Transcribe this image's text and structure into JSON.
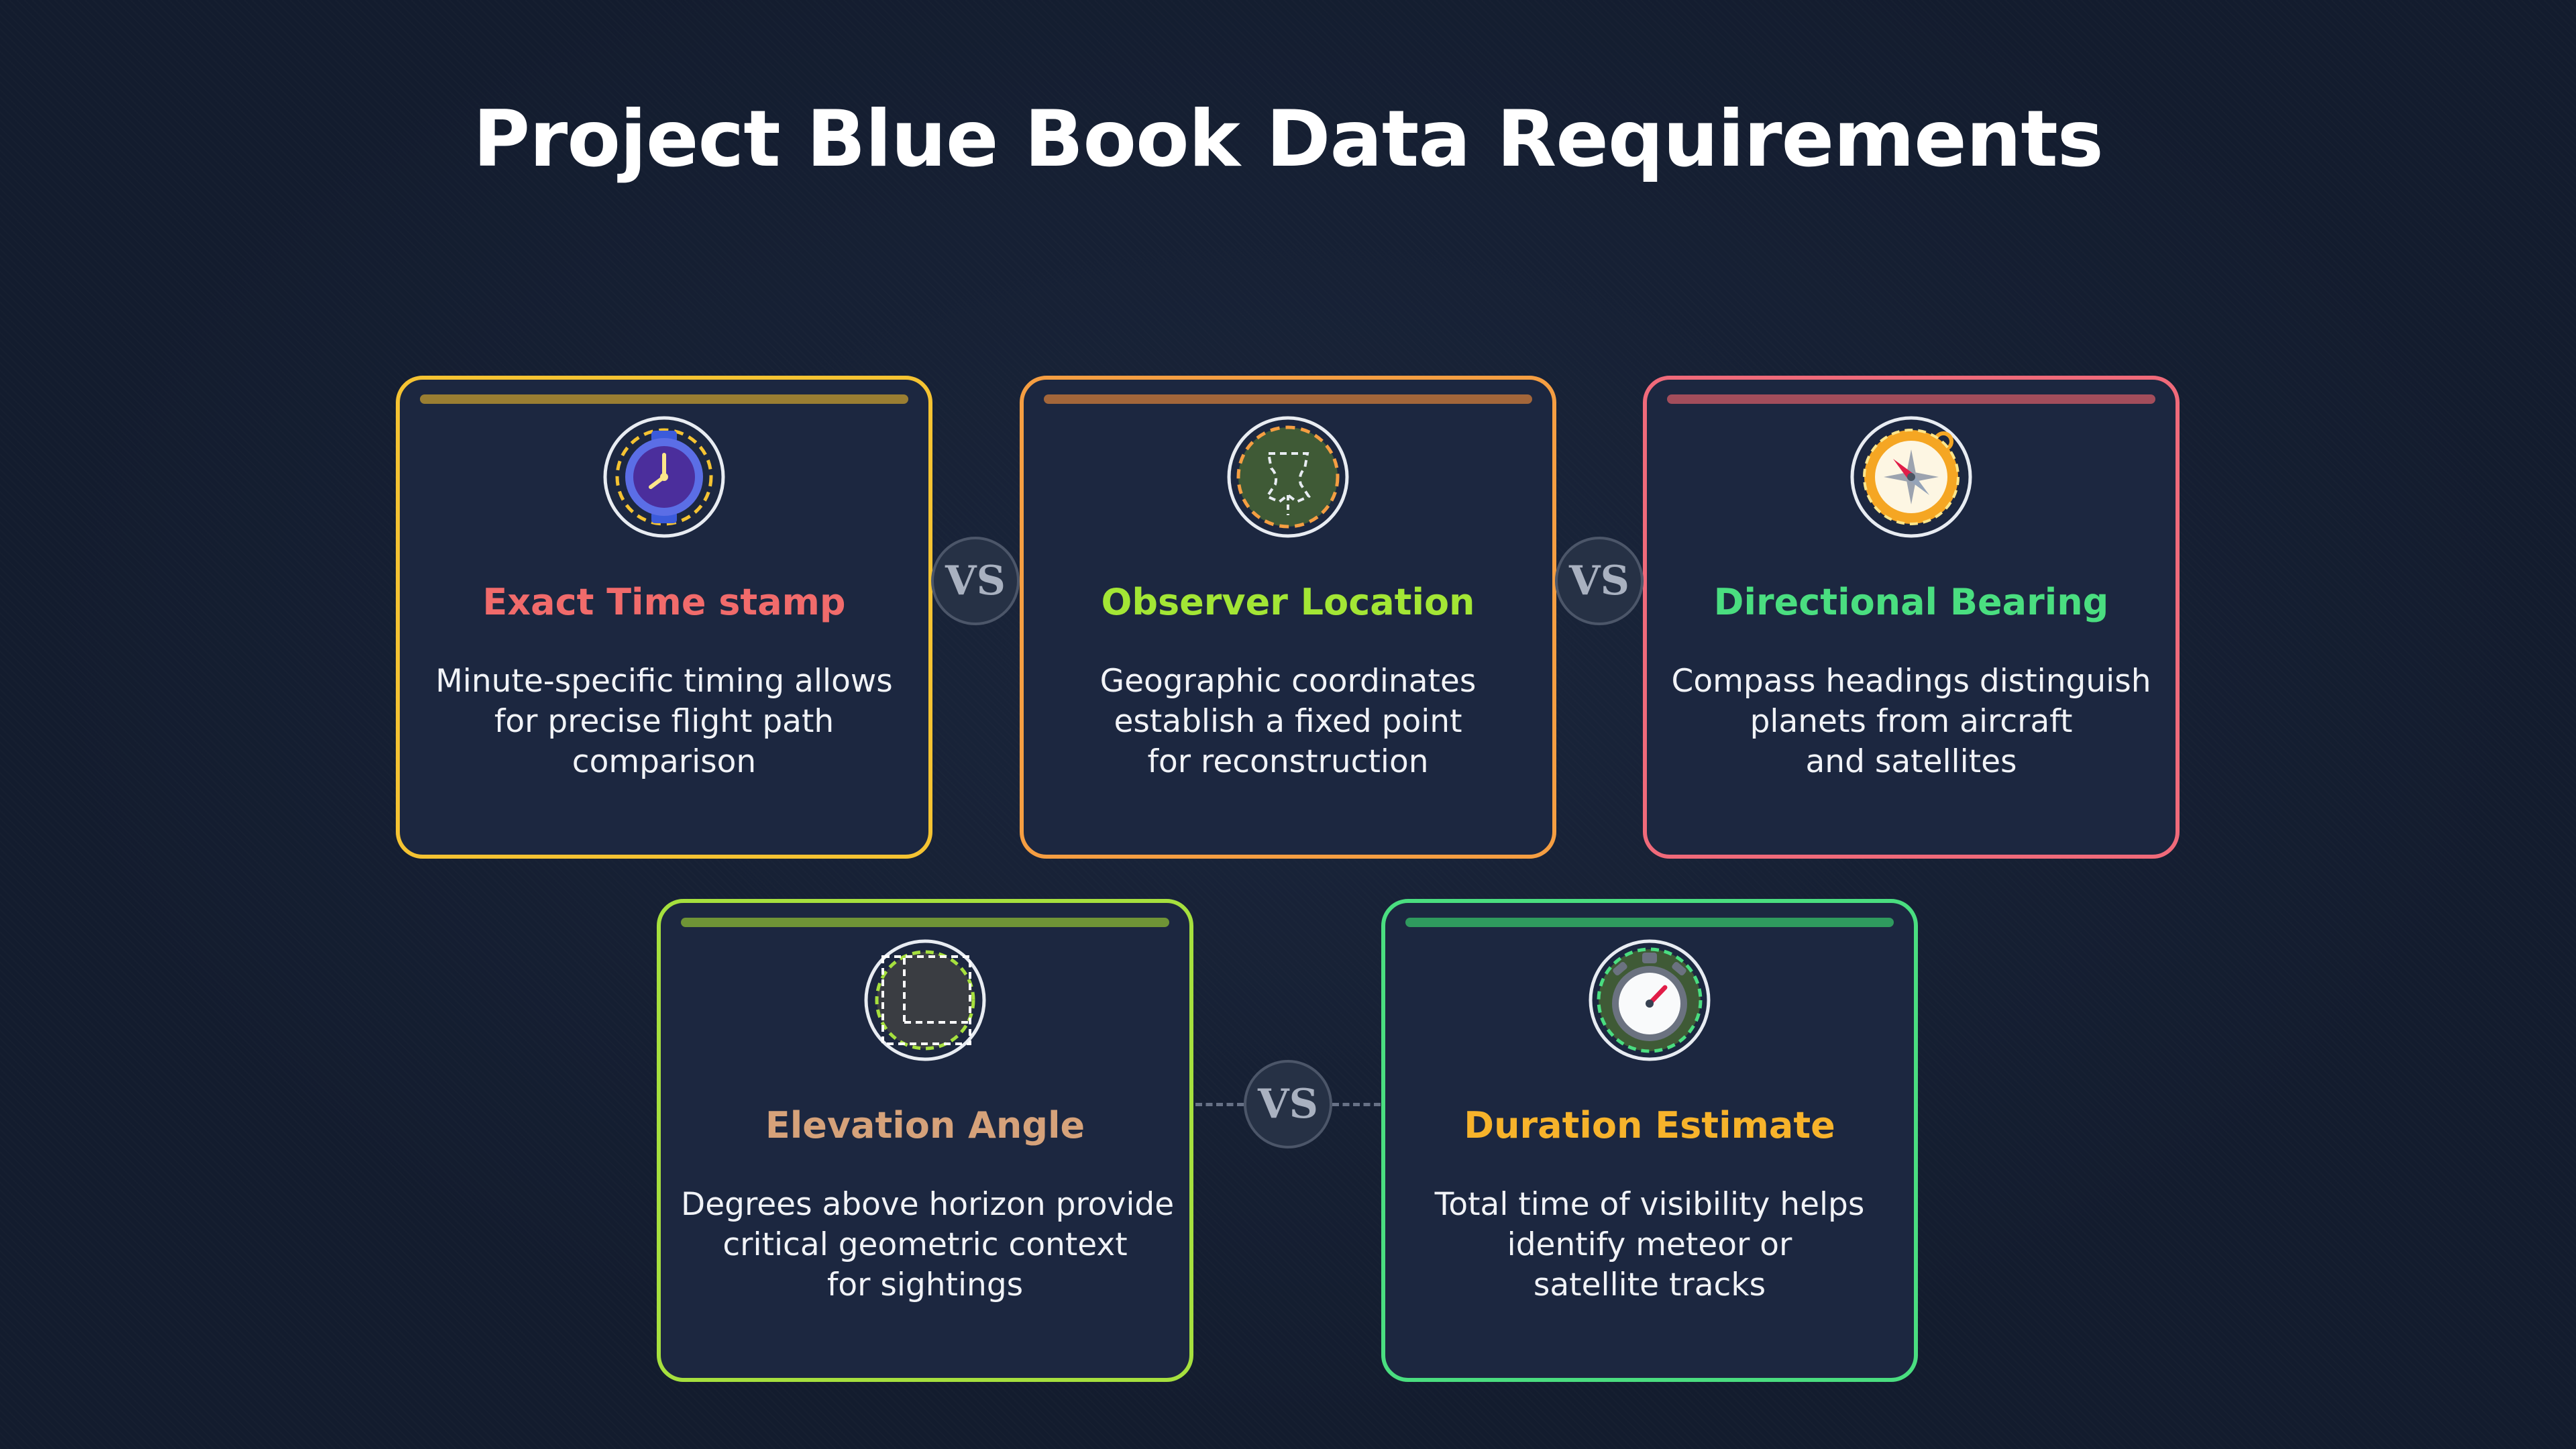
{
  "title": "Project Blue Book Data Requirements",
  "vs_label": "VS",
  "cards": [
    {
      "heading": "Exact Time stamp",
      "heading_color": "#f16b6b",
      "border_color": "#f5c332",
      "bar_color": "#9a7e32",
      "icon": "clock-icon",
      "lines": [
        "Minute-specific timing allows",
        "for precise flight path",
        "comparison"
      ]
    },
    {
      "heading": "Observer Location",
      "heading_color": "#a3e635",
      "border_color": "#f59e42",
      "bar_color": "#a3663a",
      "icon": "map-location-icon",
      "lines": [
        "Geographic coordinates",
        "establish a fixed point",
        "for reconstruction"
      ]
    },
    {
      "heading": "Directional Bearing",
      "heading_color": "#4ade80",
      "border_color": "#f06a7a",
      "bar_color": "#a34d5b",
      "icon": "compass-icon",
      "lines": [
        "Compass headings distinguish",
        "planets from aircraft",
        "and satellites"
      ]
    },
    {
      "heading": "Elevation Angle",
      "heading_color": "#d6a27a",
      "border_color": "#a6e03e",
      "bar_color": "#6f9436",
      "icon": "angle-icon",
      "lines": [
        "Degrees above horizon provide",
        "critical geometric context",
        "for sightings"
      ]
    },
    {
      "heading": "Duration Estimate",
      "heading_color": "#f7b32b",
      "border_color": "#4ade80",
      "bar_color": "#2f9a5e",
      "icon": "stopwatch-icon",
      "lines": [
        "Total time of visibility helps",
        "identify meteor or",
        "satellite tracks"
      ]
    }
  ]
}
